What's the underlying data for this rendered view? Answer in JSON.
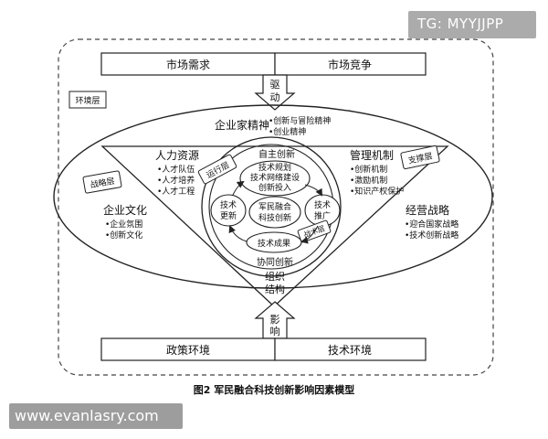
{
  "watermark_top": "TG: MYYJJPP",
  "watermark_bottom": "www.evanlasry.com",
  "top_boxes": [
    "市场需求",
    "市场竞争"
  ],
  "drive_label": [
    "驱",
    "动"
  ],
  "env_layer": "环境层",
  "strategy_layer": "战略层",
  "support_layer": "支撑层",
  "operation_layer": "运行层",
  "tactic_layer": "战术层",
  "entrepreneur": {
    "title": "企业家精神",
    "items": [
      "•创新与冒险精神",
      "•创业精神"
    ]
  },
  "hr": {
    "title": "人力资源",
    "items": [
      "•人才队伍",
      "•人才培养",
      "•人才工程"
    ]
  },
  "mgmt": {
    "title": "管理机制",
    "items": [
      "•创新机制",
      "•激励机制",
      "•知识产权保护"
    ]
  },
  "culture": {
    "title": "企业文化",
    "items": [
      "•企业氛围",
      "•创新文化"
    ]
  },
  "strategy": {
    "title": "经营战略",
    "items": [
      "•迎合国家战略",
      "•技术创新战略"
    ]
  },
  "independent": "自主创新",
  "tech_plan": [
    "技术规划",
    "技术网络建设",
    "创新投入"
  ],
  "tech_update": [
    "技术",
    "更新"
  ],
  "tech_promo": [
    "技术",
    "推广"
  ],
  "core": [
    "军民融合",
    "科技创新"
  ],
  "tech_result": "技术成果",
  "collab": "协同创新",
  "org": [
    "组织",
    "结构"
  ],
  "influence_label": [
    "影",
    "响"
  ],
  "bottom_boxes": [
    "政策环境",
    "技术环境"
  ],
  "caption": "图2  军民融合科技创新影响因素模型"
}
